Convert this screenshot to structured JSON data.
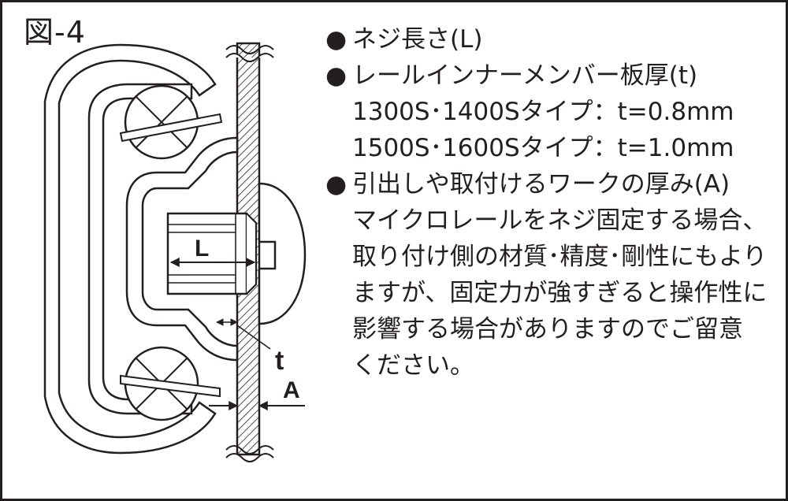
{
  "figure_label": "図-4",
  "diagram_labels": {
    "screw_length": "L",
    "thickness": "t",
    "work_thickness": "A"
  },
  "notes": {
    "bullet": "●",
    "item1": "ネジ長さ(L)",
    "item2": "レールインナーメンバー板厚(t)",
    "item2_line1": "1300S･1400Sタイプ：t=0.8mm",
    "item2_line2": "1500S･1600Sタイプ：t=1.0mm",
    "item3": "引出しや取付けるワークの厚み(A)",
    "item3_lines": [
      "マイクロレールをネジ固定する場合、",
      "取り付け側の材質･精度･剛性にもより",
      "ますが、固定力が強すぎると操作性に",
      "影響する場合がありますのでご留意",
      "ください。"
    ]
  },
  "colors": {
    "ink": "#231f20",
    "background": "#ffffff"
  }
}
